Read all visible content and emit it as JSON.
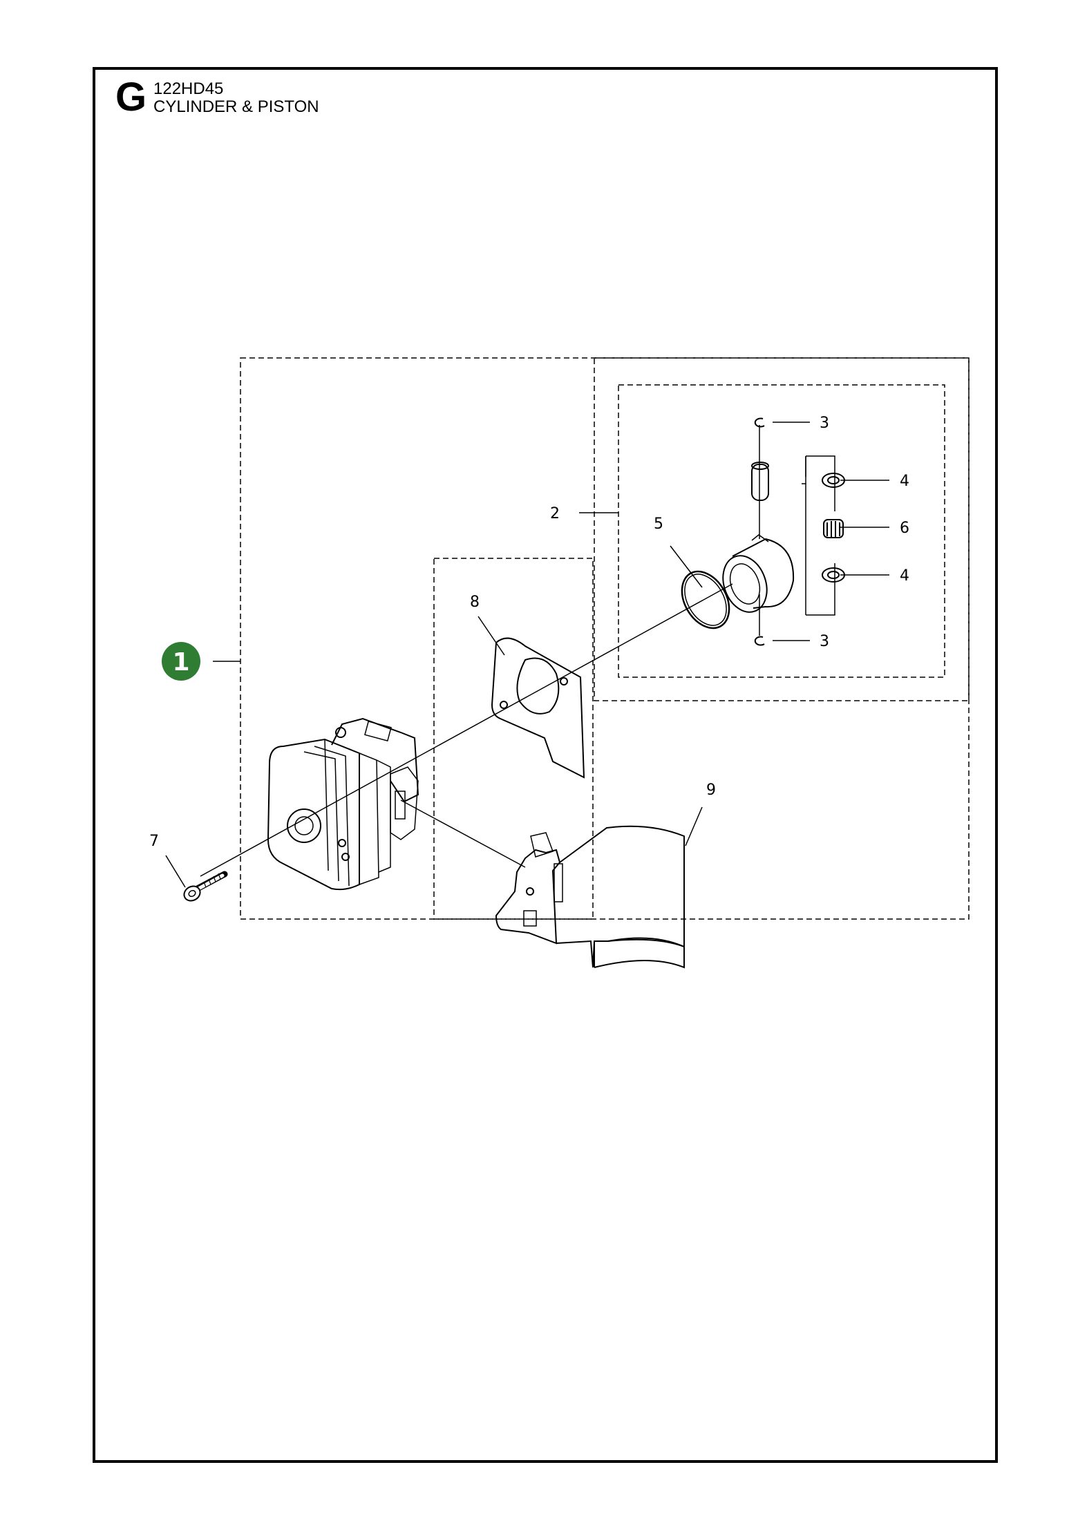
{
  "header": {
    "section_letter": "G",
    "model": "122HD45",
    "title": "CYLINDER & PISTON"
  },
  "assembly_badge": {
    "number": "1",
    "color": "#2e7d32"
  },
  "callouts": {
    "c2": "2",
    "c3a": "3",
    "c3b": "3",
    "c4a": "4",
    "c4b": "4",
    "c5": "5",
    "c6": "6",
    "c7": "7",
    "c8": "8",
    "c9": "9"
  }
}
